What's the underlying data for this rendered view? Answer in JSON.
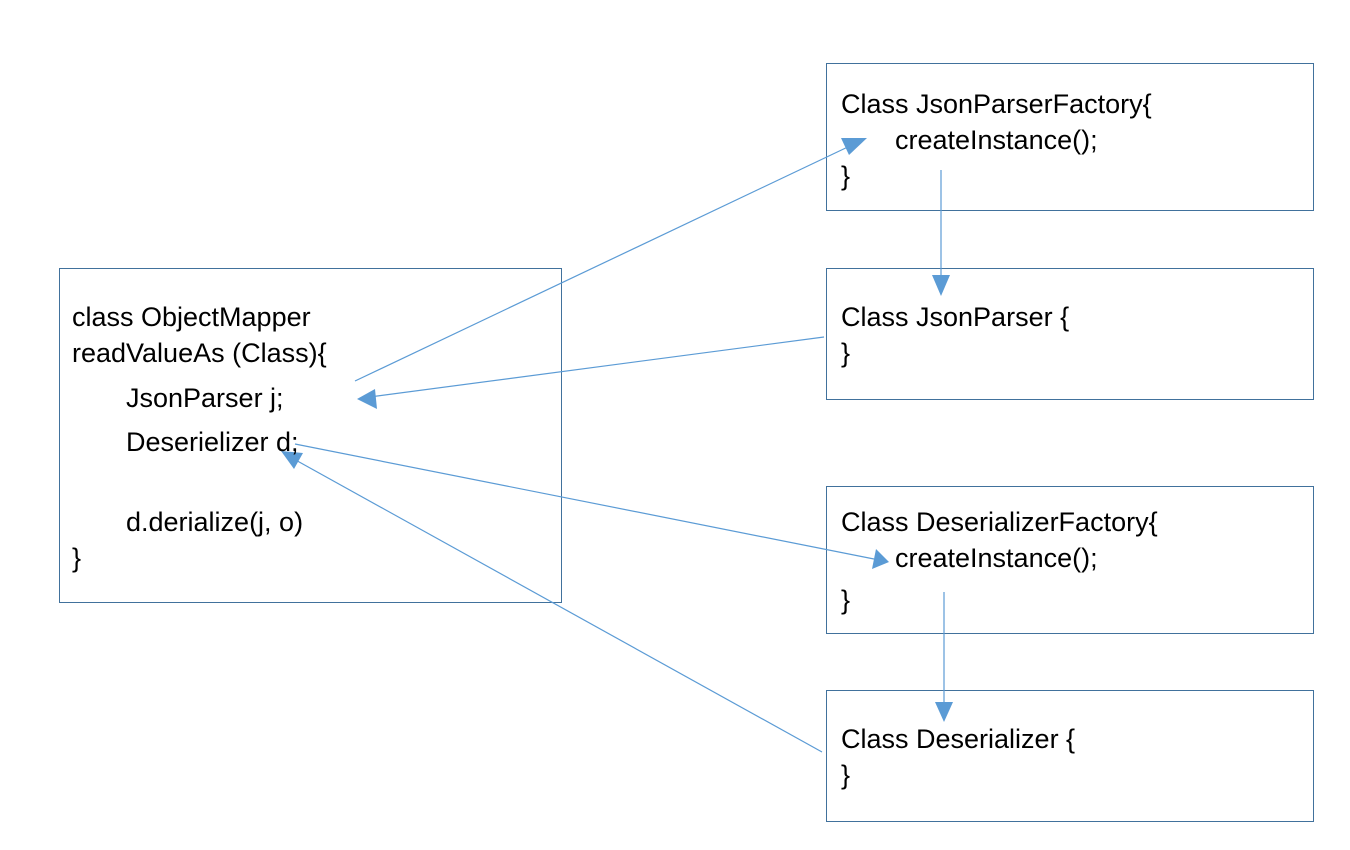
{
  "object_mapper": {
    "lines": [
      "class ObjectMapper",
      "readValueAs (Class){",
      "JsonParser j;",
      "Deserielizer d;",
      "",
      "d.derialize(j, o)",
      "}"
    ]
  },
  "json_parser_factory": {
    "lines": [
      "Class JsonParserFactory{",
      "createInstance();",
      "}"
    ]
  },
  "json_parser": {
    "lines": [
      "Class JsonParser {",
      "}"
    ]
  },
  "deserializer_factory": {
    "lines": [
      "Class DeserializerFactory{",
      "createInstance();",
      "}"
    ]
  },
  "deserializer": {
    "lines": [
      "Class Deserializer {",
      "}"
    ]
  },
  "colors": {
    "box_border": "#41719c",
    "arrow": "#5b9bd5",
    "text": "#000000"
  }
}
